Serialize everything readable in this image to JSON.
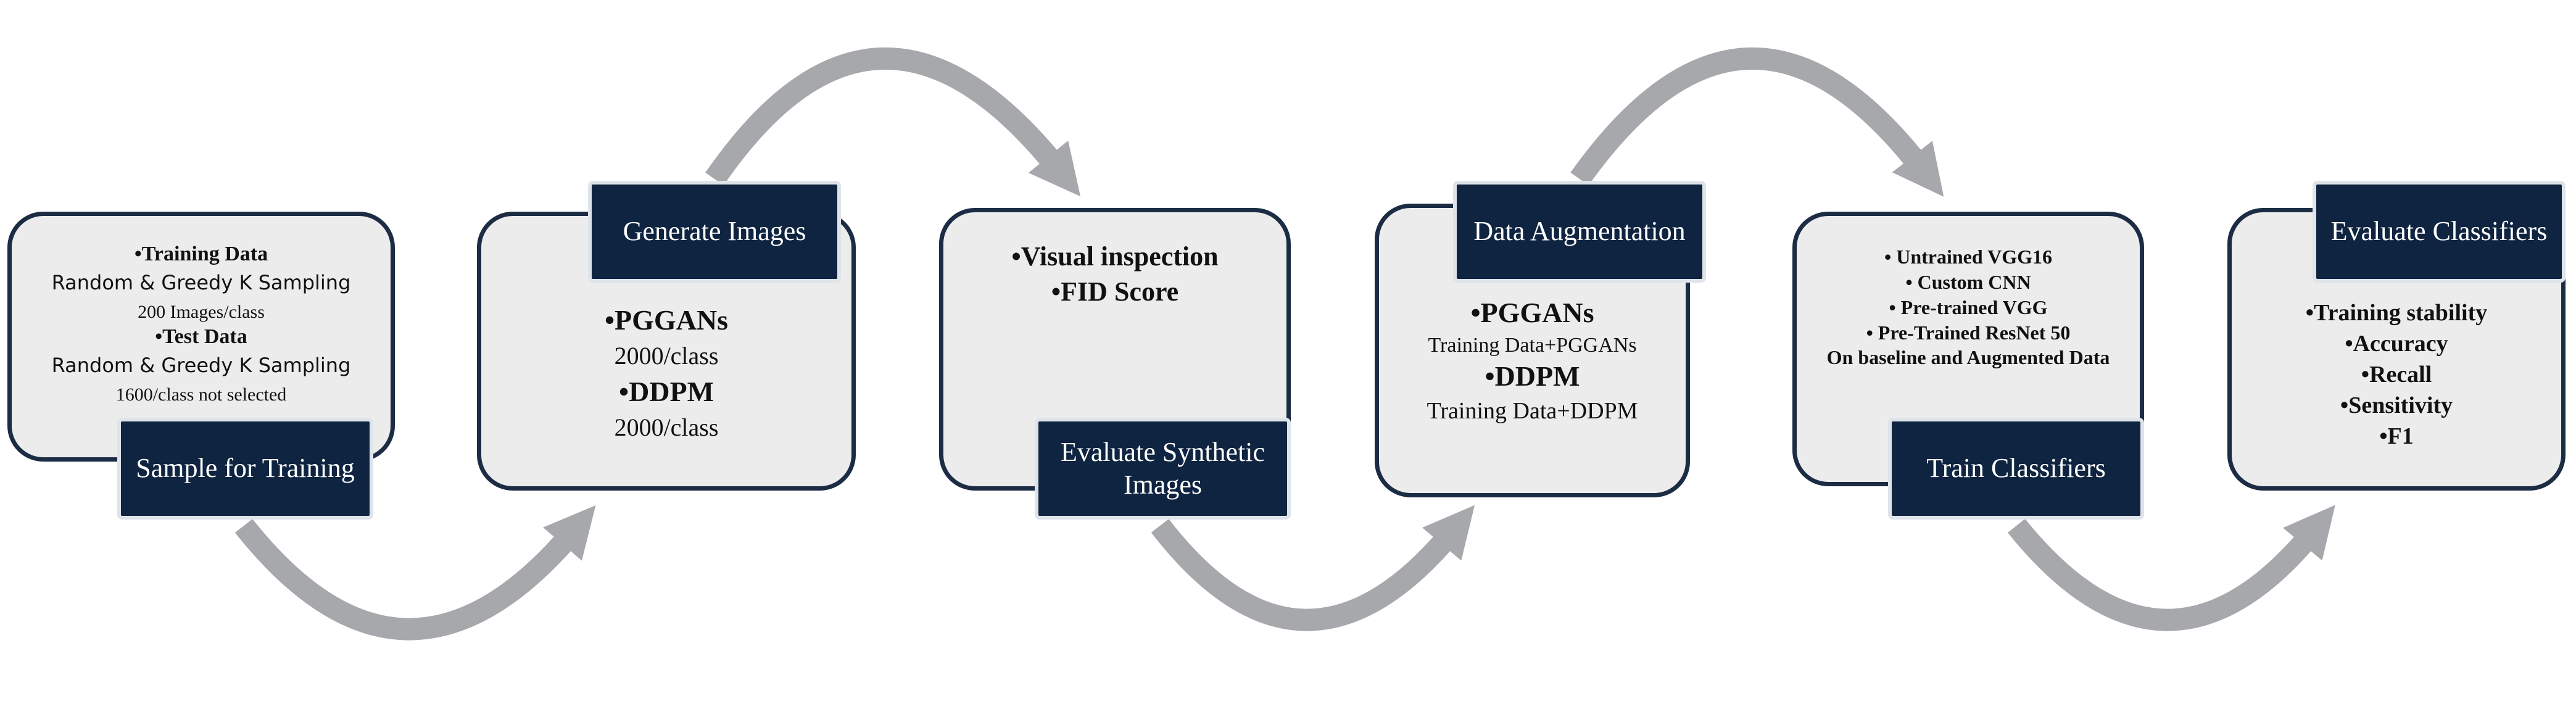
{
  "colors": {
    "box_fill": "#ececec",
    "box_border": "#1c2c44",
    "label_fill": "#0f2440",
    "label_text": "#ffffff",
    "arrow": "#a7a8ac"
  },
  "stages": [
    {
      "label": "Sample for Training",
      "lines": [
        "•Training Data",
        "Random & Greedy K  Sampling",
        "200 Images/class",
        "•Test Data",
        "Random & Greedy K  Sampling",
        "1600/class not selected"
      ]
    },
    {
      "label": "Generate Images",
      "lines": [
        "•PGGANs",
        "2000/class",
        "•DDPM",
        "2000/class"
      ]
    },
    {
      "label": "Evaluate Synthetic Images",
      "lines": [
        "•Visual inspection",
        "•FID Score"
      ]
    },
    {
      "label": "Data Augmentation",
      "lines": [
        "•PGGANs",
        "Training Data+PGGANs",
        "•DDPM",
        "Training Data+DDPM"
      ]
    },
    {
      "label": "Train Classifiers",
      "lines": [
        "• Untrained VGG16",
        "• Custom CNN",
        "• Pre-trained VGG",
        "• Pre-Trained ResNet 50",
        "On baseline and Augmented Data"
      ]
    },
    {
      "label": "Evaluate Classifiers",
      "lines": [
        "•Training stability",
        "•Accuracy",
        "•Recall",
        "•Sensitivity",
        "•F1"
      ]
    }
  ]
}
